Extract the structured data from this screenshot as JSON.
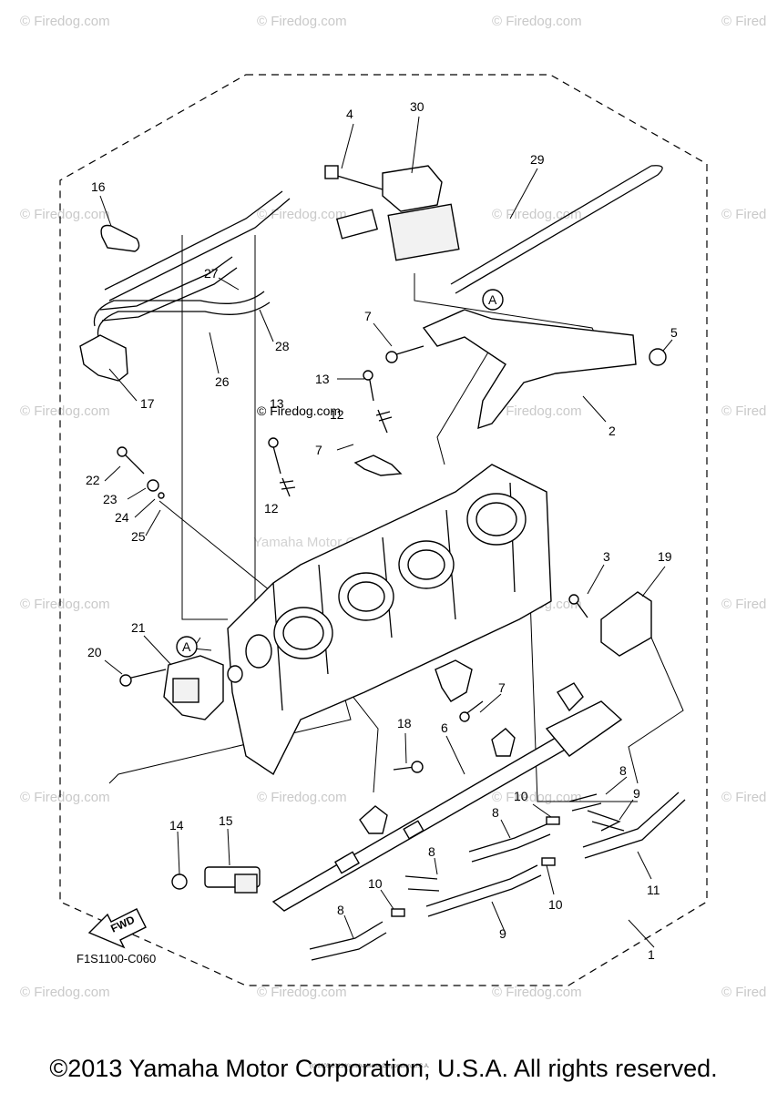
{
  "watermark_text": "© Firedog.com",
  "ghost_watermark": "Yamaha Motor Corp.",
  "diagram_code": "F1S1100-C060",
  "fwd_label": "FWD",
  "reference_marker": "A",
  "footer": "©2013 Yamaha Motor Corporation, U.S.A. All rights reserved.",
  "tiny_copyright": "(c) 2005-2015 Yamaha Motor Corporation, U.S.A.",
  "callouts": {
    "c1": "1",
    "c2": "2",
    "c3": "3",
    "c4": "4",
    "c5": "5",
    "c6": "6",
    "c7a": "7",
    "c7b": "7",
    "c7c": "7",
    "c7d": "7",
    "c8a": "8",
    "c8b": "8",
    "c8c": "8",
    "c8d": "8",
    "c9a": "9",
    "c9b": "9",
    "c10a": "10",
    "c10b": "10",
    "c10c": "10",
    "c11": "11",
    "c12a": "12",
    "c12b": "12",
    "c13a": "13",
    "c13b": "13",
    "c14": "14",
    "c15": "15",
    "c16": "16",
    "c17": "17",
    "c18": "18",
    "c19": "19",
    "c20": "20",
    "c21": "21",
    "c22": "22",
    "c23": "23",
    "c24": "24",
    "c25": "25",
    "c26": "26",
    "c27": "27",
    "c28": "28",
    "c29": "29",
    "c30": "30"
  }
}
